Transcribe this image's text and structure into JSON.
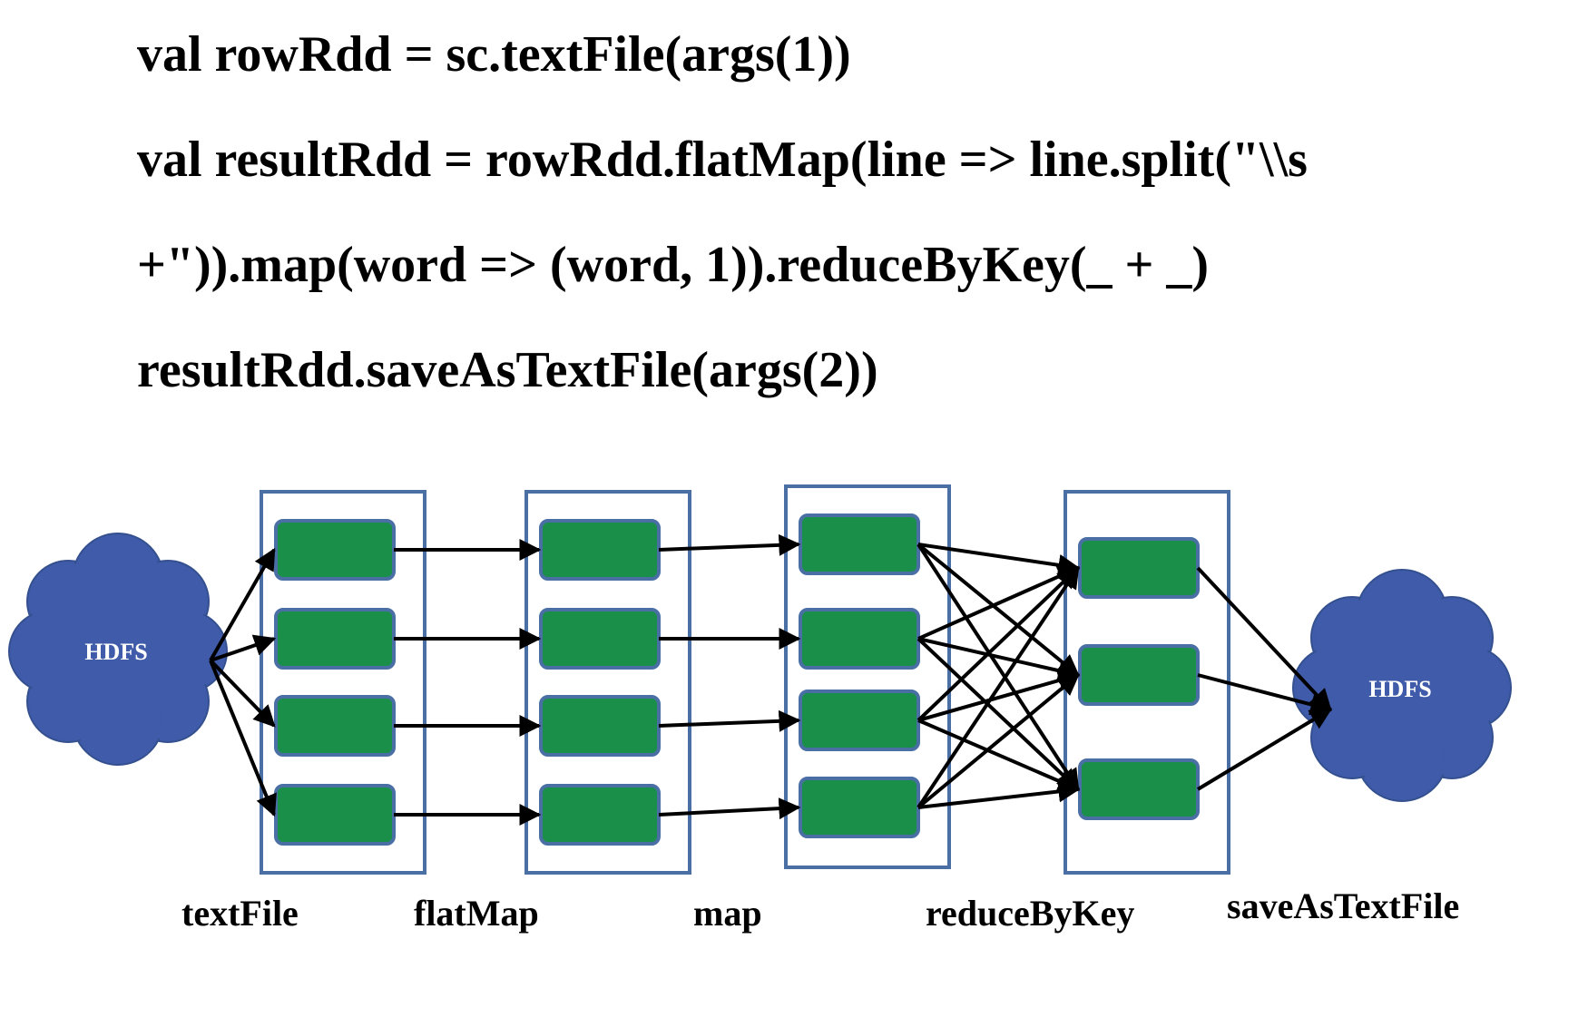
{
  "code": {
    "lines": [
      "val rowRdd = sc.textFile(args(1))",
      "val resultRdd = rowRdd.flatMap(line => line.split(\"\\\\s",
      "+\")).map(word => (word, 1)).reduceByKey(_ + _)",
      "resultRdd.saveAsTextFile(args(2))"
    ]
  },
  "diagram": {
    "source_label": "HDFS",
    "sink_label": "HDFS",
    "stage_labels": [
      "textFile",
      "flatMap",
      "map",
      "reduceByKey",
      "saveAsTextFile"
    ],
    "colors": {
      "partition_fill": "#1a8f4a",
      "partition_border": "#4a6fa5",
      "stage_border": "#4a6fa5",
      "cloud_fill": "#3f5ba9",
      "arrow": "#000000"
    }
  }
}
